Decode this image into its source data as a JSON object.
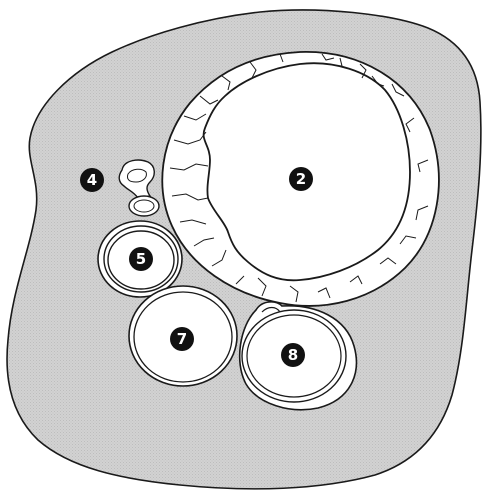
{
  "colors": {
    "background": "#ffffff",
    "tissue_fill": "#d4d4d4",
    "outline": "#1a1a1a",
    "lumen_fill": "#ffffff",
    "marker_fill": "#111111",
    "marker_text": "#ffffff"
  },
  "markers": [
    {
      "id": "marker-2",
      "label": "2"
    },
    {
      "id": "marker-4",
      "label": "4"
    },
    {
      "id": "marker-5",
      "label": "5"
    },
    {
      "id": "marker-7",
      "label": "7"
    },
    {
      "id": "marker-8",
      "label": "8"
    }
  ]
}
